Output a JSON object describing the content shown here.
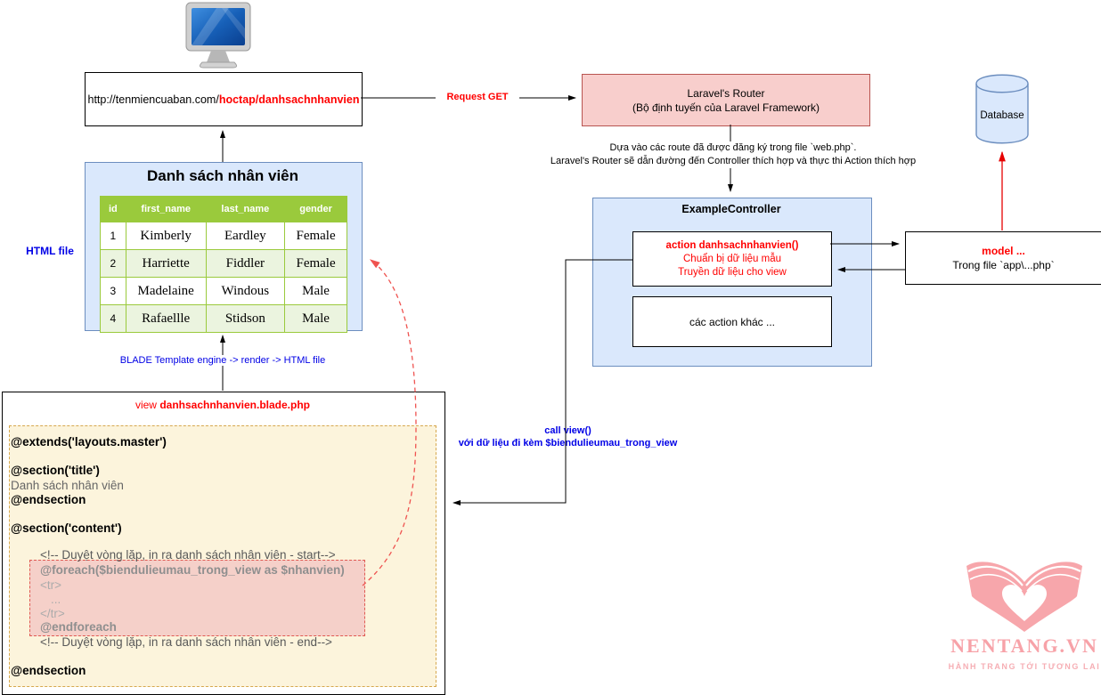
{
  "client": {
    "url_prefix": "http://tenmiencuaban.com/",
    "url_path": "hoctap/danhsachnhanvien"
  },
  "request_label": "Request GET",
  "router": {
    "line1": "Laravel's Router",
    "line2": "(Bộ định tuyến của Laravel Framework)",
    "note_line1": "Dựa vào các route đã được đăng ký trong file `web.php`.",
    "note_line2": "Laravel's Router sẽ dẫn đường đến Controller thích hợp và thực thi Action thích hợp"
  },
  "controller": {
    "title": "ExampleController",
    "action_line1": "action danhsachnhanvien()",
    "action_line2": "Chuẩn bị dữ liệu mẫu",
    "action_line3": "Truyền dữ liệu cho view",
    "other_actions": "các action khác ..."
  },
  "model": {
    "line1": "model ...",
    "line2": "Trong file `app\\...php`"
  },
  "database_label": "Database",
  "html_table": {
    "title": "Danh sách nhân viên",
    "headers": [
      "id",
      "first_name",
      "last_name",
      "gender"
    ],
    "rows": [
      [
        "1",
        "Kimberly",
        "Eardley",
        "Female"
      ],
      [
        "2",
        "Harriette",
        "Fiddler",
        "Female"
      ],
      [
        "3",
        "Madelaine",
        "Windous",
        "Male"
      ],
      [
        "4",
        "Rafaellle",
        "Stidson",
        "Male"
      ]
    ]
  },
  "labels": {
    "html_file": "HTML file",
    "blade_engine": "BLADE Template engine -> render -> HTML file",
    "call_view_line1": "call view()",
    "call_view_line2": "với dữ liệu đi kèm $biendulieumau_trong_view"
  },
  "view": {
    "title_prefix": "view ",
    "title_file": "danhsachnhanvien.blade.php",
    "code": {
      "extends": "@extends('layouts.master')",
      "section_title": "@section('title')",
      "title_content": "Danh sách nhân viên",
      "endsection1": "@endsection",
      "section_content": "@section('content')",
      "comment_start": "<!-- Duyệt vòng lặp, in ra danh sách nhân viên - start-->",
      "foreach": "@foreach($biendulieumau_trong_view as $nhanvien)",
      "tr_open": "<tr>",
      "dots": "...",
      "tr_close": "</tr>",
      "endforeach": "@endforeach",
      "comment_end": "<!-- Duyệt vòng lặp, in ra danh sách nhân viên - end-->",
      "endsection2": "@endsection"
    }
  },
  "logo": {
    "name": "NENTANG.VN",
    "tagline": "HÀNH TRANG TỚI TƯƠNG LAI"
  },
  "colors": {
    "red_text": "#ff0000",
    "blue_text": "#0000e6",
    "blue_fill": "#dae8fc",
    "blue_border": "#6c8ebf",
    "pink_fill": "#f8cecc",
    "pink_border": "#b85450",
    "table_header_green": "#9aca3c",
    "table_alt_row": "#ebf4df",
    "code_bg_cream": "#fcf4dc",
    "logo_pink": "#f7a2a8"
  }
}
